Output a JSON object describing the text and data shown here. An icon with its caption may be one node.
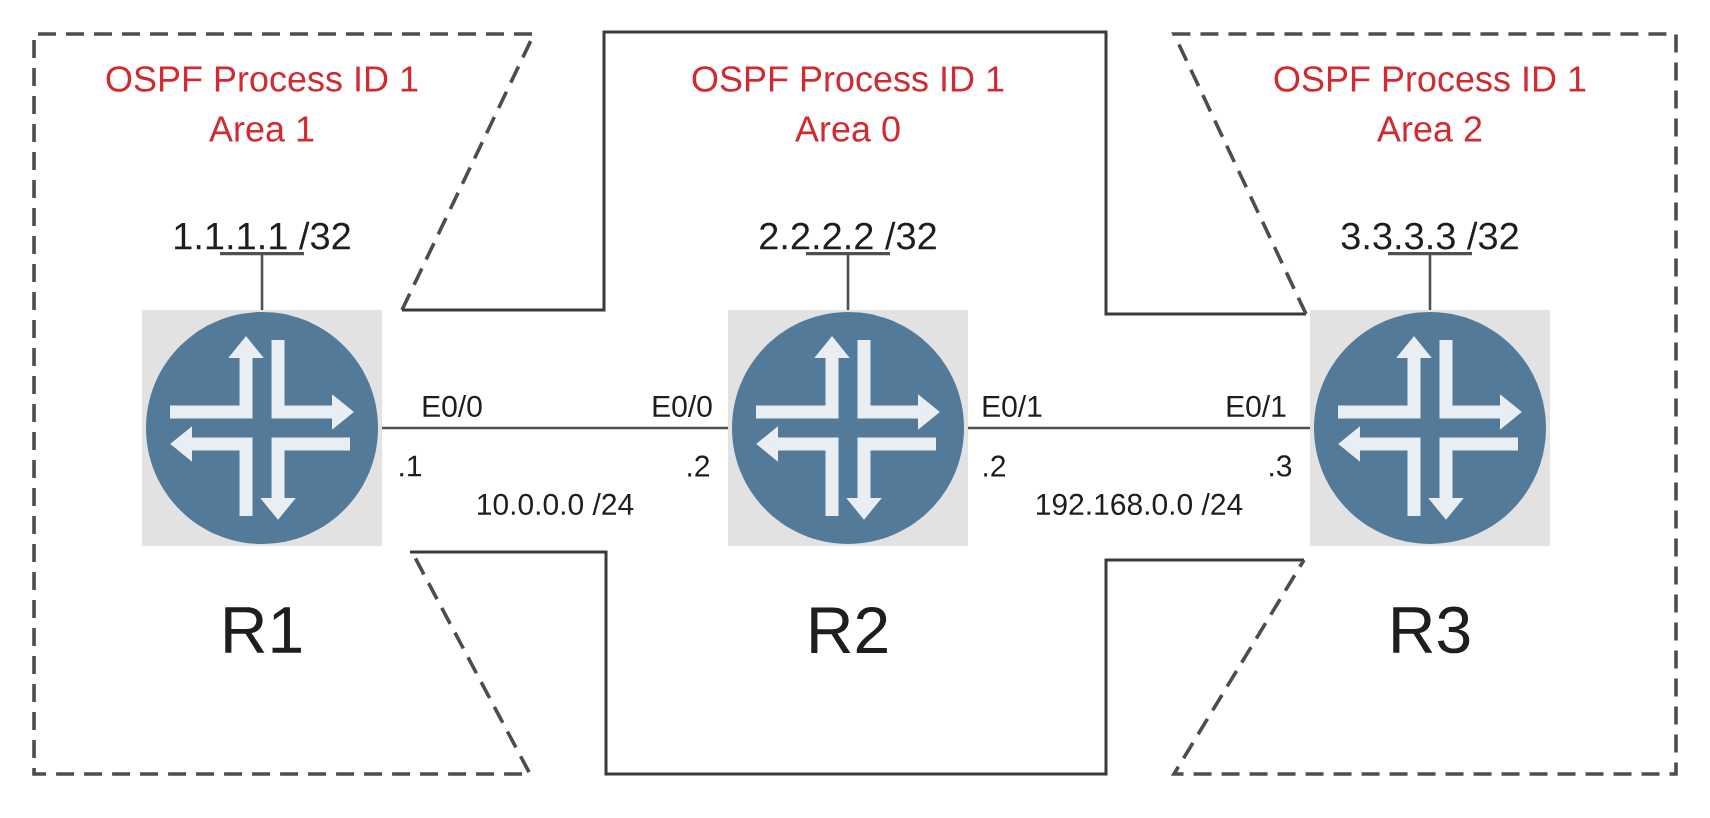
{
  "diagram": {
    "nodes": [
      {
        "text": [
          "OSPF Process ID 1 Area 1"
        ]
      },
      {
        "text": [
          "1.1.1.1 /32"
        ],
        "in": 0
      },
      {
        "text": [
          "R1"
        ],
        "in": 0
      },
      {
        "text": [
          "OSPF Process ID 1 Area 0"
        ]
      },
      {
        "text": [
          "2.2.2.2 /32"
        ],
        "in": 3
      },
      {
        "text": [
          "R2"
        ],
        "in": 3
      },
      {
        "text": [
          "OSPF Process ID 1 Area 2"
        ]
      },
      {
        "text": [
          "3.3.3.3 /32"
        ],
        "in": 6
      },
      {
        "text": [
          "R3"
        ],
        "in": 6
      }
    ],
    "edges": [
      {
        "from": 2,
        "to": 5,
        "arrow": "none",
        "label": "10.0.0.0 /24"
      },
      {
        "from": 5,
        "to": 8,
        "arrow": "none",
        "label": "192.168.0.0 /24"
      },
      {
        "from": 2,
        "to": 1,
        "arrow": "other"
      },
      {
        "from": 5,
        "to": 4,
        "arrow": "other"
      },
      {
        "from": 8,
        "to": 7,
        "arrow": "other"
      }
    ],
    "labels": [
      "E0/0",
      "E0/0",
      "E0/1",
      "E0/1",
      ".1",
      ".2",
      ".2",
      ".3"
    ]
  }
}
